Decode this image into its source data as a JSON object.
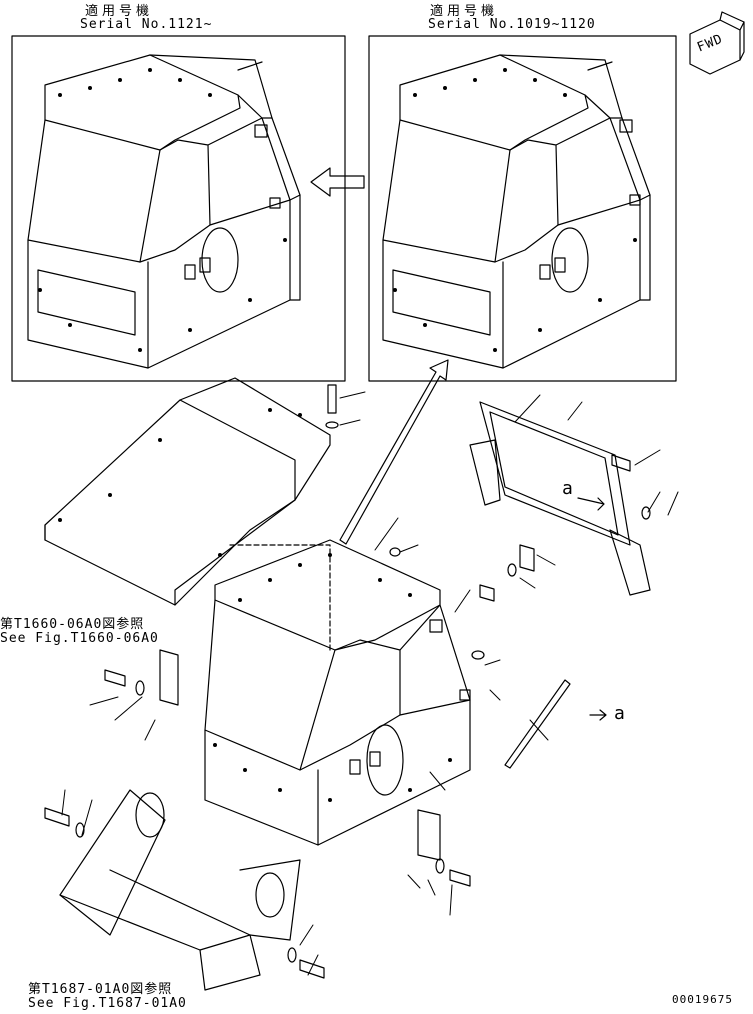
{
  "panel_left": {
    "applicable": "適用号機",
    "serial": "Serial No.1121~"
  },
  "panel_right": {
    "applicable": "適用号機",
    "serial": "Serial No.1019~1120"
  },
  "fwd_label": "FWD",
  "ref_1": {
    "jp": "第T1660-06A0図参照",
    "en": "See Fig.T1660-06A0"
  },
  "ref_2": {
    "jp": "第T1687-01A0図参照",
    "en": "See Fig.T1687-01A0"
  },
  "detail_marker": "a",
  "drawing_number": "00019675"
}
